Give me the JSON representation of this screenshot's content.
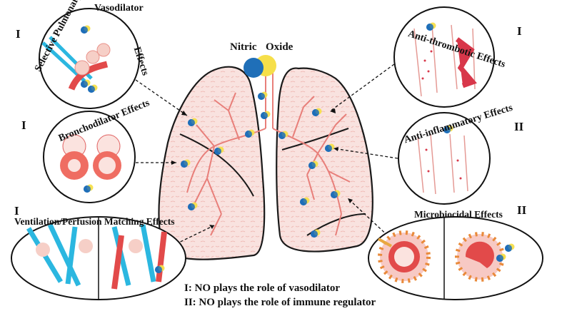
{
  "center_title": {
    "word1": "Nitric",
    "word2": "Oxide"
  },
  "panels": {
    "selective_pulmonary": {
      "roman": "I",
      "title_part1": "Selective Pulmonary",
      "title_part2": "Vasodilator",
      "title_part3": "Effects"
    },
    "bronchodilator": {
      "roman": "I",
      "title": "Bronchodilator Effects"
    },
    "ventilation_perfusion": {
      "roman": "I",
      "title": "Ventilation/Perfusion Matching Effects"
    },
    "anti_thrombotic": {
      "roman": "I",
      "title": "Anti-thrombotic Effects"
    },
    "anti_inflammatory": {
      "roman": "II",
      "title": "Anti-inflammatory Effects"
    },
    "microbiocidal": {
      "roman": "II",
      "title": "Microbiocidal Effects"
    }
  },
  "legend": {
    "line1": "I: NO plays the role of vasodilator",
    "line2": "II: NO plays the role of immune regulator"
  },
  "colors": {
    "no_blue": "#1f6fb8",
    "no_yellow": "#f6df4a",
    "vessel_red": "#e24a4a",
    "lung_pink": "#f7d9d6",
    "airway_cyan": "#2bb7e0"
  }
}
